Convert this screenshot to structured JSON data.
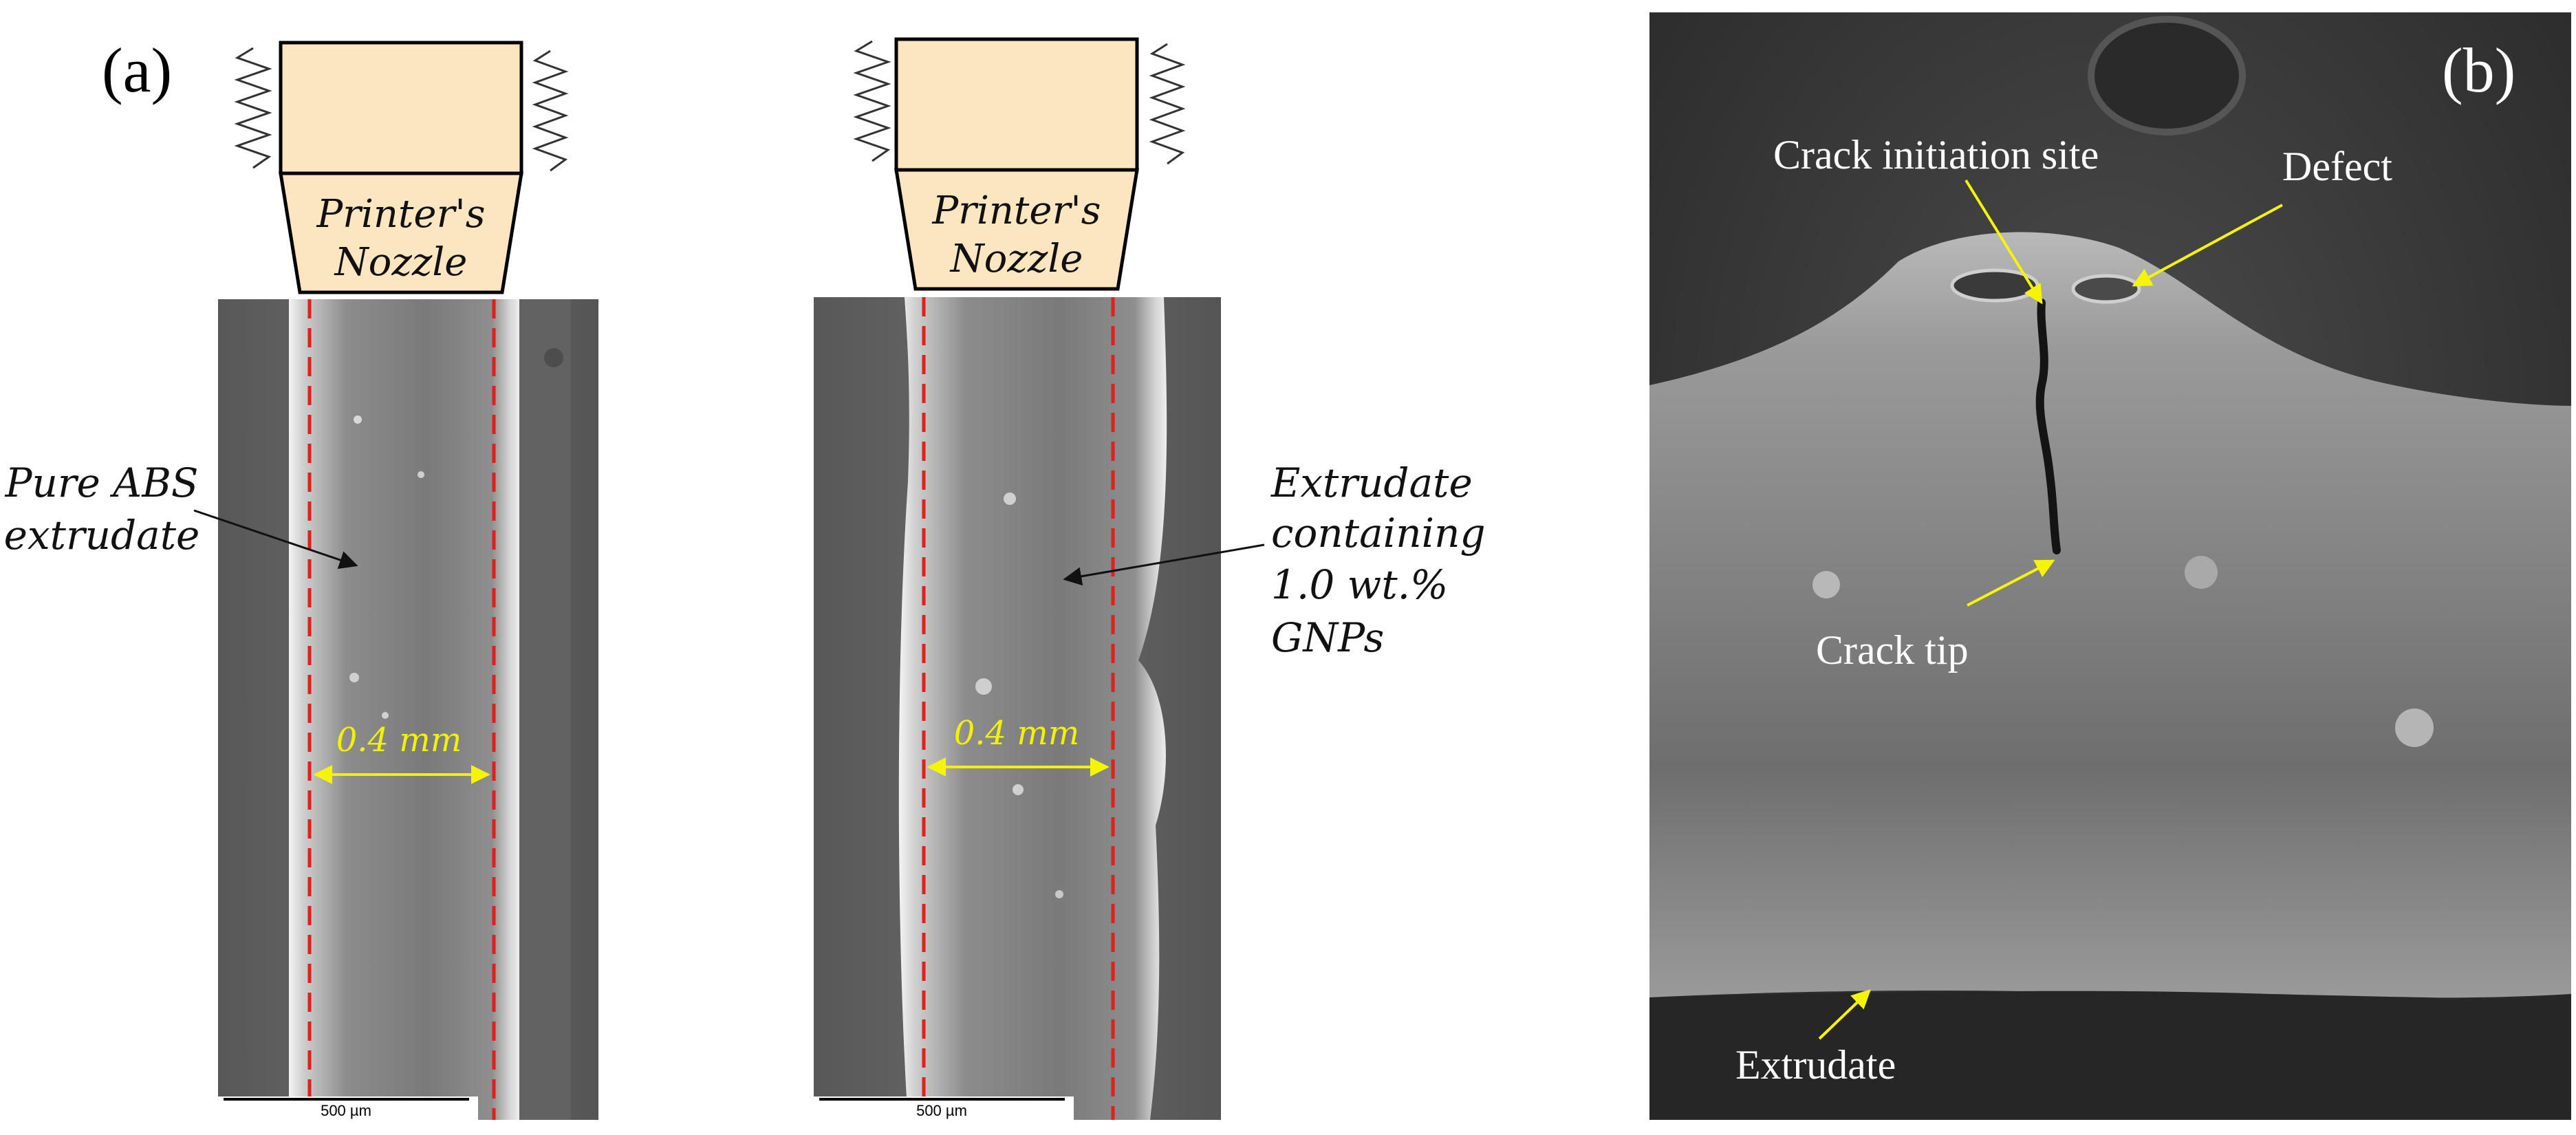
{
  "panel_a": {
    "label": "(a)",
    "left": {
      "nozzle_line1": "Printer's",
      "nozzle_line2": "Nozzle",
      "callout_line1": "Pure ABS",
      "callout_line2": "extrudate",
      "dimension": "0.4 mm",
      "scale_bar": "500 µm"
    },
    "right": {
      "nozzle_line1": "Printer's",
      "nozzle_line2": "Nozzle",
      "callout_line1": "Extrudate",
      "callout_line2": "containing",
      "callout_line3": "1.0 wt.%",
      "callout_line4": "GNPs",
      "dimension": "0.4 mm",
      "scale_bar": "500 µm"
    }
  },
  "panel_b": {
    "label": "(b)",
    "crack_initiation": "Crack initiation site",
    "defect": "Defect",
    "crack_tip": "Crack tip",
    "extrudate": "Extrudate"
  },
  "colors": {
    "nozzle_fill": "#fbe6c0",
    "dashed_line": "#e0201c",
    "dimension": "#f2f200",
    "annotation_arrow": "#f5f500"
  }
}
